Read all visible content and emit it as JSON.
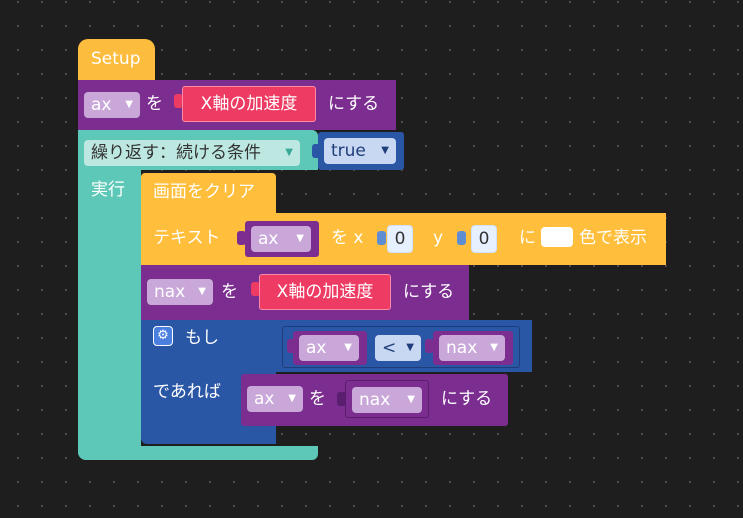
{
  "setup": {
    "label": "Setup"
  },
  "set_ax": {
    "var_name": "ax",
    "wo_label": "を",
    "sensor_label": "X軸の加速度",
    "suffix": "にする"
  },
  "repeat_block": {
    "label": "繰り返す：続ける条件",
    "condition_value": "true",
    "do_label": "実行"
  },
  "clear_screen": {
    "label": "画面をクリア"
  },
  "text_block": {
    "label": "テキスト",
    "var_name": "ax",
    "x_label": "を x",
    "x_value": "0",
    "y_label": "y",
    "y_value": "0",
    "ni_label": "に",
    "color_value": "#ffffff",
    "suffix": "色で表示"
  },
  "set_nax": {
    "var_name": "nax",
    "wo_label": "を",
    "sensor_label": "X軸の加速度",
    "suffix": "にする"
  },
  "if_block": {
    "label": "もし",
    "then_label": "であれば",
    "compare_left": "ax",
    "operator": "<",
    "compare_right": "nax"
  },
  "inner_set": {
    "var_name": "ax",
    "wo_label": "を",
    "value_var": "nax",
    "suffix": "にする"
  },
  "colors": {
    "setup": "#fcbc3e",
    "variable": "#7b2d90",
    "loop": "#5ec8b8",
    "display": "#ffbe3c",
    "logic": "#2a56a6",
    "sensor": "#ee3b63"
  }
}
